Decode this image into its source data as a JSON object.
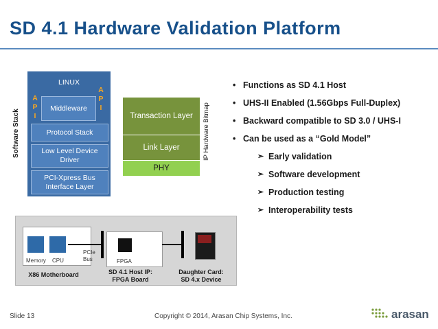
{
  "slide": {
    "title": "SD 4.1 Hardware Validation Platform",
    "number": "Slide 13",
    "copyright": "Copyright © 2014, Arasan Chip Systems, Inc.",
    "brand": "arasan",
    "accent_color": "#17508a"
  },
  "software_stack": {
    "label": "Software Stack",
    "linux": "LINUX",
    "api_left": "A\nP\nI",
    "api_right": "A\nP\nI",
    "middleware": "Middleware",
    "protocol_stack": "Protocol Stack",
    "low_level_driver": "Low Level Device\nDriver",
    "pcie_bus_layer": "PCI-Xpress Bus\nInterface Layer"
  },
  "hardware_ip": {
    "label": "IP Hardware Bitmap",
    "transaction_layer": "Transaction Layer",
    "link_layer": "Link Layer",
    "phy": "PHY"
  },
  "bullets": {
    "items": [
      "Functions as SD 4.1 Host",
      "UHS-II Enabled (1.56Gbps Full-Duplex)",
      "Backward compatible to SD 3.0 / UHS-I",
      "Can be used as a “Gold Model”"
    ],
    "sub_items": [
      "Early validation",
      "Software development",
      "Production testing",
      "Interoperability tests"
    ]
  },
  "board": {
    "memory": "Memory",
    "cpu": "CPU",
    "pcie_bus": "PCIe\nBus",
    "fpga": "FPGA",
    "motherboard": "X86 Motherboard",
    "host_ip": "SD 4.1 Host IP:\nFPGA Board",
    "daughter_card": "Daughter Card:\nSD 4.x Device"
  }
}
